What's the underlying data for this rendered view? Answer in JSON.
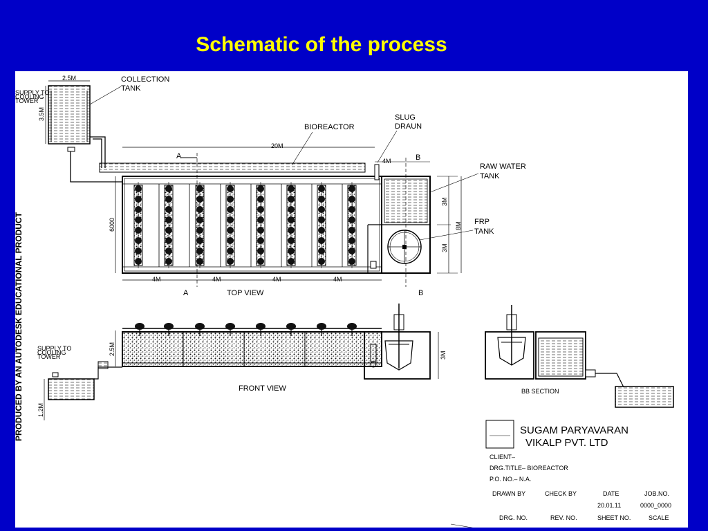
{
  "slide": {
    "title": "Schematic of the process"
  },
  "drawing": {
    "watermark": "PRODUCED BY AN AUTODESK EDUCATIONAL PRODUCT",
    "labels": {
      "collection_tank": [
        "COLLECTION",
        "TANK"
      ],
      "bioreactor": "BIOREACTOR",
      "slug_draun": [
        "SLUG",
        "DRAUN"
      ],
      "raw_water_tank": [
        "RAW WATER",
        "TANK"
      ],
      "frp_tank": [
        "FRP",
        "TANK"
      ],
      "supply_to_cooling_tower": [
        "SUPPLY TO",
        "COOLING",
        "TOWER"
      ],
      "top_view": "TOP  VIEW",
      "front_view": "FRONT  VIEW",
      "bb_section": "BB  SECTION",
      "section_a": "A",
      "section_b": "B"
    },
    "dimensions": {
      "d_2_5m": "2.5M",
      "d_3_5m": "3.5M",
      "d_20m": "20M",
      "d_4m": "4M",
      "d_6000": "6000",
      "d_3m": "3M",
      "d_8m": "8M",
      "d_1_2m": "1.2M"
    },
    "title_block": {
      "company_line1": "SUGAM PARYAVARAN",
      "company_line2": "VIKALP PVT. LTD",
      "client": "CLIENT–",
      "drg_title": "DRG.TITLE– BIOREACTOR",
      "po_no": "P.O.  NO.–  N.A.",
      "drawn_by": "DRAWN   BY",
      "check_by": "CHECK   BY",
      "date_label": "DATE",
      "job_no_label": "JOB.NO.",
      "date_value": "20.01.11",
      "job_no_value": "0000_0000",
      "drg_no": "DRG.  NO.",
      "rev_no": "REV.  NO.",
      "sheet_no": "SHEET  NO.",
      "scale": "SCALE"
    }
  }
}
